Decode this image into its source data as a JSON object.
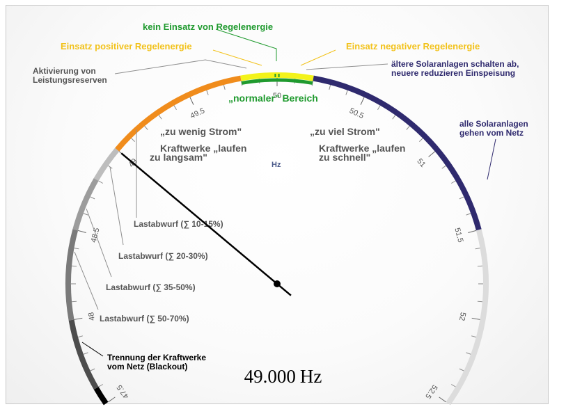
{
  "gauge": {
    "min": 47.5,
    "max": 52.5,
    "value": 49.0,
    "unit": "Hz",
    "major_ticks": [
      "47.5",
      "48",
      "48.5",
      "49",
      "49.5",
      "50",
      "50.5",
      "51",
      "51.5",
      "52",
      "52.5"
    ],
    "bands": [
      {
        "from": 47.5,
        "to": 47.6,
        "color": "#000000"
      },
      {
        "from": 47.6,
        "to": 48.0,
        "color": "#4d4d4d"
      },
      {
        "from": 48.0,
        "to": 48.5,
        "color": "#7a7a7a"
      },
      {
        "from": 48.5,
        "to": 48.8,
        "color": "#9c9c9c"
      },
      {
        "from": 48.8,
        "to": 49.0,
        "color": "#bdbdbd"
      },
      {
        "from": 49.0,
        "to": 49.8,
        "color": "#f08c1c"
      },
      {
        "from": 49.8,
        "to": 50.2,
        "color": "#f3f31a"
      },
      {
        "from": 50.2,
        "to": 51.5,
        "color": "#2f2a6e"
      },
      {
        "from": 51.5,
        "to": 52.5,
        "color": "#dcdcdc"
      }
    ],
    "normal_band": {
      "from": 49.8,
      "to": 50.2,
      "color": "#1f9a2e"
    },
    "deadband_marks": [
      49.99,
      50.01
    ]
  },
  "labels": {
    "no_control": "kein Einsatz von Regelenergie",
    "positive": "Einsatz positiver Regelenergie",
    "negative": "Einsatz negativer Regelenergie",
    "reserve_line1": "Aktivierung von",
    "reserve_line2": "Leistungsreserven",
    "solar_old_line1": "ältere Solaranlagen schalten ab,",
    "solar_old_line2": "neuere reduzieren Einspeisung",
    "normal": "„normaler\" Bereich",
    "too_little_line1": "„zu wenig Strom\"",
    "too_little_line2": "Kraftwerke „laufen",
    "too_little_line3": "zu langsam\"",
    "too_much_line1": "„zu viel Strom\"",
    "too_much_line2": "Kraftwerke „laufen",
    "too_much_line3": "zu schnell\"",
    "unit": "Hz",
    "solar_all_line1": "alle Solaranlagen",
    "solar_all_line2": "gehen vom Netz",
    "shed1": "Lastabwurf (∑ 10-15%)",
    "shed2": "Lastabwurf (∑ 20-30%)",
    "shed3": "Lastabwurf (∑ 35-50%)",
    "shed4": "Lastabwurf (∑ 50-70%)",
    "blackout_line1": "Trennung der Kraftwerke",
    "blackout_line2": "vom Netz (Blackout)"
  },
  "readout": {
    "value": "49.000",
    "unit": "Hz"
  },
  "colors": {
    "green": "#1f9a2e",
    "yellow": "#f2c21b",
    "navy": "#2f2a6e",
    "gray_text": "#555555",
    "needle": "#000000"
  }
}
